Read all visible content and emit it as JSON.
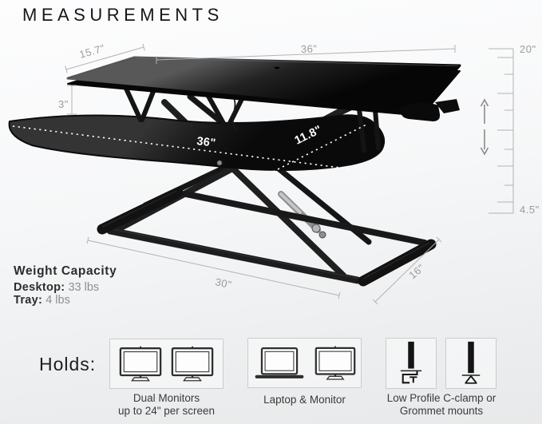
{
  "title": "MEASUREMENTS",
  "dims": {
    "top_depth": "15.7\"",
    "top_width": "36\"",
    "height_max": "20\"",
    "height_min": "4.5\"",
    "riser_gap": "3\"",
    "tray_width": "36\"",
    "tray_depth": "11.8\"",
    "base_width": "30\"",
    "base_depth": "16\""
  },
  "weight_capacity": {
    "heading": "Weight Capacity",
    "desktop_label": "Desktop:",
    "desktop_value": " 33 lbs",
    "tray_label": "Tray:",
    "tray_value": " 4 lbs"
  },
  "holds": {
    "label": "Holds:",
    "items": [
      {
        "caption_line1": "Dual Monitors",
        "caption_line2": "up to 24\" per screen",
        "icons": [
          "monitor-icon",
          "monitor-icon"
        ]
      },
      {
        "caption_line1": "Laptop & Monitor",
        "caption_line2": "",
        "icons": [
          "laptop-icon",
          "monitor-icon"
        ]
      },
      {
        "caption_line1": "Low Profile C-clamp or",
        "caption_line2": "Grommet mounts",
        "icons": [
          "c-clamp-icon",
          "grommet-mount-icon"
        ]
      }
    ]
  },
  "colors": {
    "text_primary": "#1d1d1d",
    "text_muted": "#9b9b9b",
    "product_black": "#111111",
    "dotted_line": "#ffffff",
    "card_border": "#c9cbcc"
  }
}
